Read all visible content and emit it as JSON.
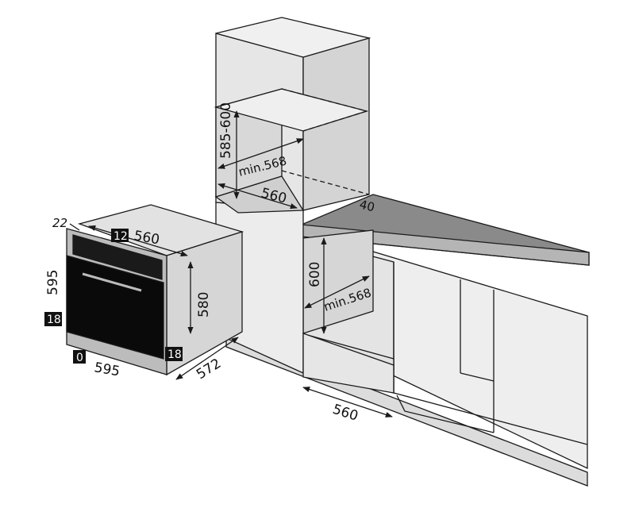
{
  "oven": {
    "width_label": "560",
    "depth_label": "572",
    "height_label": "580",
    "front_width_label": "595",
    "front_height_label": "595",
    "front_thickness_label": "22",
    "badge_top": "12",
    "badge_left": "18",
    "badge_right": "18",
    "badge_bottom": "0"
  },
  "tall_cabinet": {
    "height_range_label": "585-600",
    "min_depth_label": "min.568",
    "width_label": "560"
  },
  "counter_cabinet": {
    "worktop_label": "40",
    "height_label": "600",
    "min_depth_label": "min.568",
    "width_label": "560"
  },
  "colors": {
    "cabinet_fill": "#e6e6e6",
    "cabinet_side": "#d4d4d4",
    "countertop": "#8a8a8a",
    "oven_front": "#0a0a0a",
    "line": "#1a1a1a",
    "badge": "#111111"
  }
}
